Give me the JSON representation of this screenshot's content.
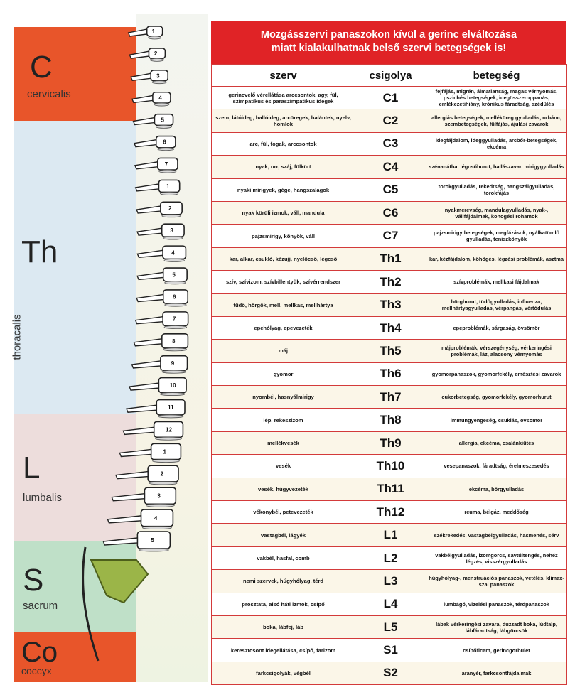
{
  "regions": [
    {
      "letter": "C",
      "word": "cervicalis",
      "color": "#e8552a"
    },
    {
      "letter": "Th",
      "word": "thoracalis",
      "color": "#dce9f2"
    },
    {
      "letter": "L",
      "word": "lumbalis",
      "color": "#eddddc"
    },
    {
      "letter": "S",
      "word": "sacrum",
      "color": "#bfe0c8"
    },
    {
      "letter": "Co",
      "word": "coccyx",
      "color": "#e8552a"
    }
  ],
  "vertebra_numbers": [
    "1",
    "2",
    "3",
    "4",
    "5",
    "6",
    "7",
    "1",
    "2",
    "3",
    "4",
    "5",
    "6",
    "7",
    "8",
    "9",
    "10",
    "11",
    "12",
    "1",
    "2",
    "3",
    "4",
    "5"
  ],
  "header": {
    "line1": "Mozgásszervi panaszokon kívül a gerinc elváltozása",
    "line2": "miatt kialakulhatnak belső szervi betegségek is!"
  },
  "columns": {
    "organ": "szerv",
    "vertebra": "csigolya",
    "disease": "betegség"
  },
  "rows": [
    {
      "organ": "gerincvelő vérellátása arccsontok, agy, fül, szimpatikus és paraszimpatikus idegek",
      "vertebra": "C1",
      "disease": "fejfájás, migrén, álmatlanság, magas vérnyomás, pszichés betegségek, idegösszeroppanás, emlékezetihiány, krónikus fáradtság, szédülés"
    },
    {
      "organ": "szem, látóideg, hallóideg, arcüregek, halántek, nyelv, homlok",
      "vertebra": "C2",
      "disease": "allergiás betegségek, melléküreg gyulladás, orbánc, szembetegségek, fülfájás, ájulási zavarok"
    },
    {
      "organ": "arc, fül, fogak, arccsontok",
      "vertebra": "C3",
      "disease": "idegfájdalom, ideggyulladás, arcbőr-betegségek, ekcéma"
    },
    {
      "organ": "nyak, orr, száj, fülkürt",
      "vertebra": "C4",
      "disease": "szénanátha, légcsőhurut, hallászavar, mirigygyulladás"
    },
    {
      "organ": "nyaki mirigyek, gége, hangszalagok",
      "vertebra": "C5",
      "disease": "torokgyulladás, rekedtség, hangszálgyulladás, torokfájás"
    },
    {
      "organ": "nyak körüli izmok, váll, mandula",
      "vertebra": "C6",
      "disease": "nyakmerevség, mandulagyulladás, nyak-, vállfájdalmak, köhögési rohamok"
    },
    {
      "organ": "pajzsmirigy, könyök, váll",
      "vertebra": "C7",
      "disease": "pajzsmirigy betegségek, megfázások, nyálkatömlő gyulladás, teniszkönyök"
    },
    {
      "organ": "kar, alkar, csukló, kézujj, nyelőcső, légcső",
      "vertebra": "Th1",
      "disease": "kar, kézfájdalom, köhögés, légzési problémák, asztma"
    },
    {
      "organ": "szív, szívizom, szívbillentyűk, szívérrendszer",
      "vertebra": "Th2",
      "disease": "szívproblémák, mellkasi fájdalmak"
    },
    {
      "organ": "tüdő, hörgők, mell, mellkas, mellhártya",
      "vertebra": "Th3",
      "disease": "hörghurut, tüdőgyulladás, influenza, mellhártyagyulladás, vérpangás, vértódulás"
    },
    {
      "organ": "epehólyag, epevezeték",
      "vertebra": "Th4",
      "disease": "epeproblémák, sárgaság, övsömör"
    },
    {
      "organ": "máj",
      "vertebra": "Th5",
      "disease": "májproblémák, vérszegénység, vérkeringési problémák, láz, alacsony vérnyomás"
    },
    {
      "organ": "gyomor",
      "vertebra": "Th6",
      "disease": "gyomorpanaszok, gyomorfekély, emésztési zavarok"
    },
    {
      "organ": "nyombél, hasnyálmirigy",
      "vertebra": "Th7",
      "disease": "cukorbetegség, gyomorfekély, gyomorhurut"
    },
    {
      "organ": "lép, rekeszizom",
      "vertebra": "Th8",
      "disease": "immungyengeség, csuklás, övsömör"
    },
    {
      "organ": "mellékvesék",
      "vertebra": "Th9",
      "disease": "allergia, ekcéma, csalánkiütés"
    },
    {
      "organ": "vesék",
      "vertebra": "Th10",
      "disease": "vesepanaszok, fáradtság, érelmeszesedés"
    },
    {
      "organ": "vesék, húgyvezeték",
      "vertebra": "Th11",
      "disease": "ekcéma, bőrgyulladás"
    },
    {
      "organ": "vékonybél, petevezeték",
      "vertebra": "Th12",
      "disease": "reuma, bélgáz, meddőség"
    },
    {
      "organ": "vastagbél, lágyék",
      "vertebra": "L1",
      "disease": "székrekedés, vastagbélgyulladás, hasmenés, sérv"
    },
    {
      "organ": "vakbél, hasfal, comb",
      "vertebra": "L2",
      "disease": "vakbélgyulladás, izomgörcs, savtúltengés, nehéz légzés, visszérgyulladás"
    },
    {
      "organ": "nemi szervek, húgyhólyag, térd",
      "vertebra": "L3",
      "disease": "húgyhólyag-, menstruációs panaszok, vetélés, klimax-szal panaszok"
    },
    {
      "organ": "prosztata, alsó háti izmok, csípő",
      "vertebra": "L4",
      "disease": "lumbágó, vizelési panaszok, térdpanaszok"
    },
    {
      "organ": "boka, lábfej, láb",
      "vertebra": "L5",
      "disease": "lábak vérkeringési zavara, duzzadt boka, lúdtalp, lábfáradtság, lábgörcsök"
    },
    {
      "organ": "keresztcsont idegellátása, csípő, farizom",
      "vertebra": "S1",
      "disease": "csípőficam, gerincgörbület"
    },
    {
      "organ": "farkcsigolyák, végbél",
      "vertebra": "S2",
      "disease": "aranyér, farkcsontfájdalmak"
    }
  ]
}
